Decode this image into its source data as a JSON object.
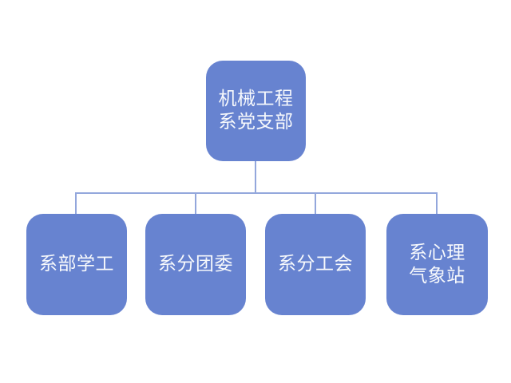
{
  "page": {
    "background": "#ffffff"
  },
  "diagram": {
    "type": "org-chart",
    "colors": {
      "node_fill": "#6783D0",
      "connector": "#93A7DC",
      "text": "#F7F9FC"
    },
    "nodes": {
      "root": {
        "lines": [
          "机械工程",
          "系党支部"
        ]
      },
      "child1": {
        "lines": [
          "系部学工"
        ]
      },
      "child2": {
        "lines": [
          "系分团委"
        ]
      },
      "child3": {
        "lines": [
          "系分工会"
        ]
      },
      "child4": {
        "lines": [
          "系心理",
          "气象站"
        ]
      }
    }
  }
}
